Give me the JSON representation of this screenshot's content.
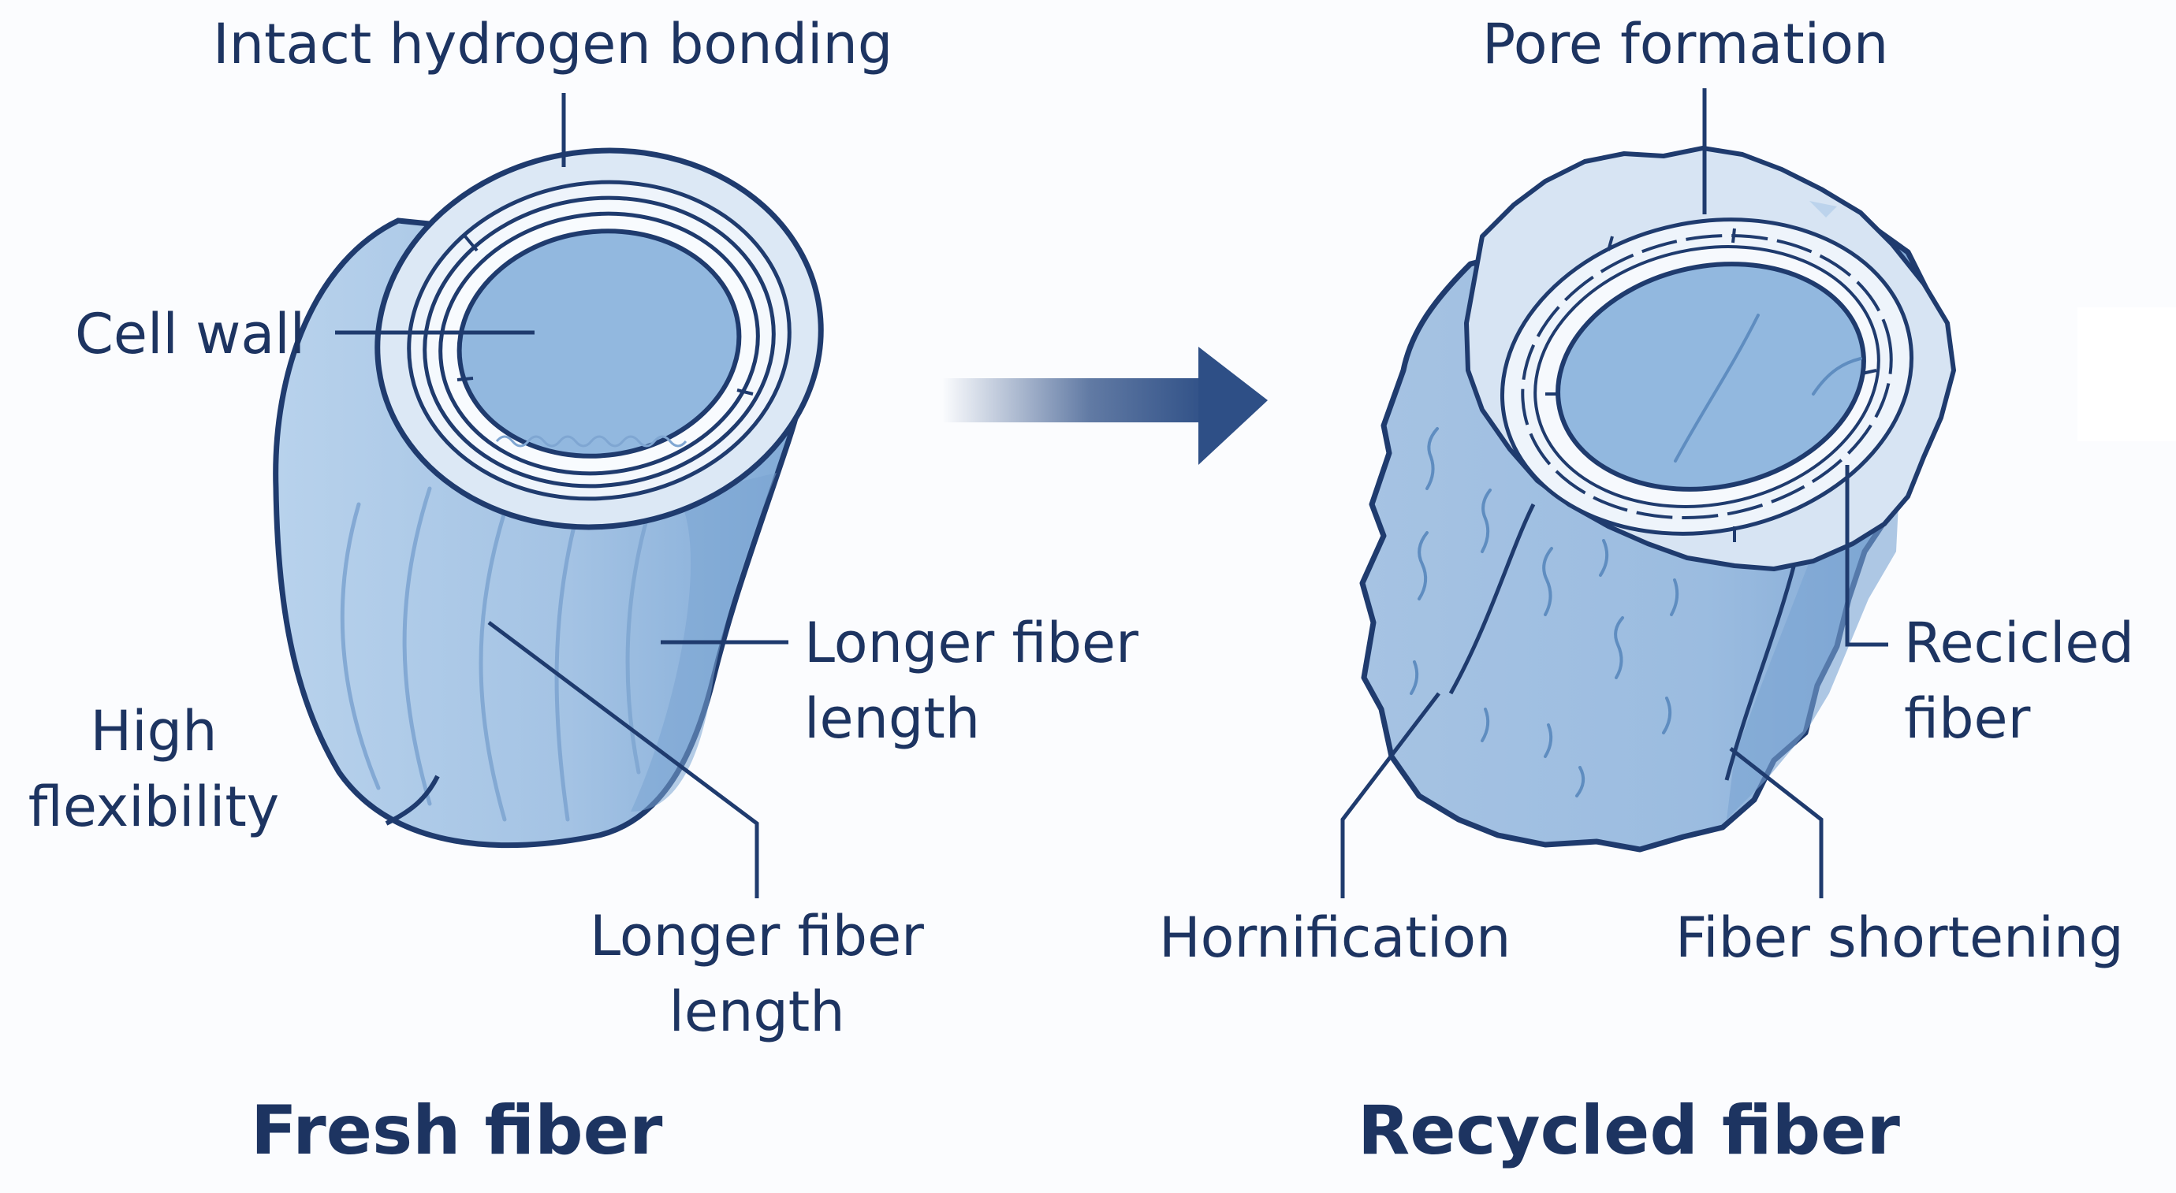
{
  "fresh": {
    "title": "Fresh fiber",
    "labels": {
      "intact_hydrogen_bonding": "Intact hydrogen bonding",
      "cell_wall": "Cell wall",
      "longer_fiber_length_right": "Longer fiber length",
      "high_flexibility": "High flexibility",
      "longer_fiber_length_bottom": "Longer fiber length"
    }
  },
  "recycled": {
    "title": "Recycled fiber",
    "labels": {
      "pore_formation": "Pore formation",
      "recicled_fiber": "Recicled fiber",
      "hornification": "Hornification",
      "fiber_shortening": "Fiber shortening"
    }
  },
  "colors": {
    "outline": "#1f3b6e",
    "fiber_light": "#a9c6e4",
    "fiber_mid": "#8db3dc",
    "fiber_dark": "#6f9dcc",
    "ring": "#dfe9f5",
    "arrow": "#2e4f86",
    "text": "#1d3461",
    "background": "#fbfcfe"
  }
}
